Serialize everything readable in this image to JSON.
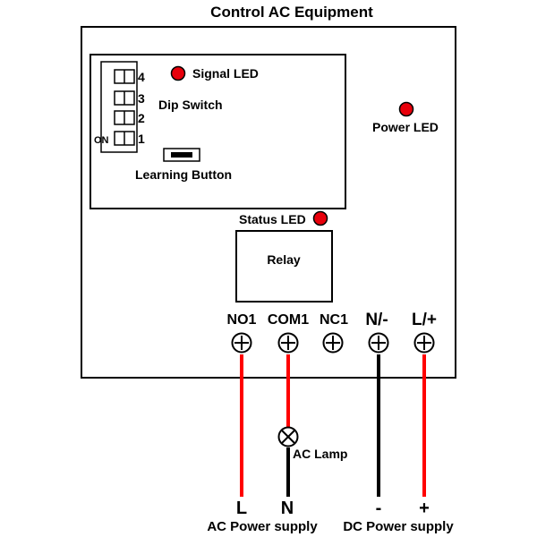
{
  "title": "Control AC Equipment",
  "labels": {
    "signal_led": "Signal LED",
    "dip_switch": "Dip Switch",
    "learning_button": "Learning Button",
    "power_led": "Power LED",
    "status_led": "Status LED",
    "relay": "Relay",
    "ac_lamp": "AC Lamp"
  },
  "dip_switch": {
    "on_label": "ON",
    "positions": [
      "4",
      "3",
      "2",
      "1"
    ]
  },
  "terminals": {
    "no1": "NO1",
    "com1": "COM1",
    "nc1": "NC1",
    "n_minus": "N/-",
    "l_plus": "L/+"
  },
  "supply": {
    "ac_l": "L",
    "ac_n": "N",
    "dc_minus": "-",
    "dc_plus": "+",
    "ac_label": "AC Power supply",
    "dc_label": "DC Power supply"
  },
  "colors": {
    "led": "#e8000b",
    "wire_live": "#ff0000",
    "wire_neutral": "#000000",
    "outline": "#000000"
  },
  "icons": {
    "terminal": "screw-terminal-icon",
    "lamp": "lamp-icon",
    "led": "led-icon"
  }
}
